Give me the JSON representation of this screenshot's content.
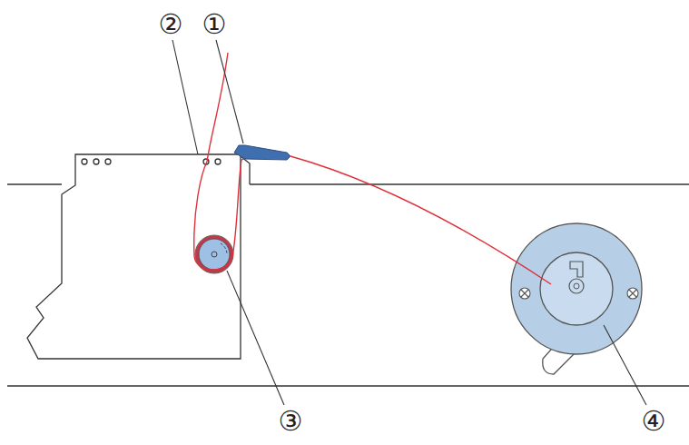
{
  "diagram": {
    "labels": [
      "①",
      "②",
      "③",
      "④"
    ]
  }
}
